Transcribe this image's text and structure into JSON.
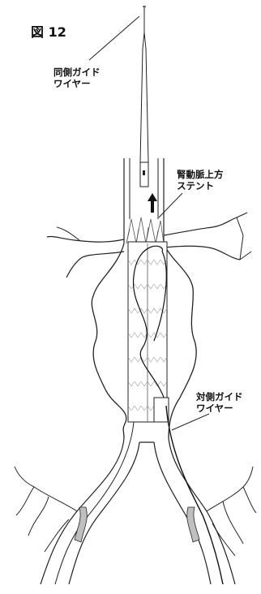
{
  "figure": {
    "title": "図 12",
    "labels": {
      "ipsilateral_wire": [
        "同側ガイド",
        "ワイヤー"
      ],
      "suprarenal_stent": [
        "腎動脈上方",
        "ステント"
      ],
      "contralateral_wire": [
        "対側ガイド",
        "ワイヤー"
      ]
    },
    "colors": {
      "line": "#222222",
      "vessel_fill": "#ffffff",
      "stent_mesh": "#888888",
      "iliac_shade": "#bfbfbf"
    }
  }
}
